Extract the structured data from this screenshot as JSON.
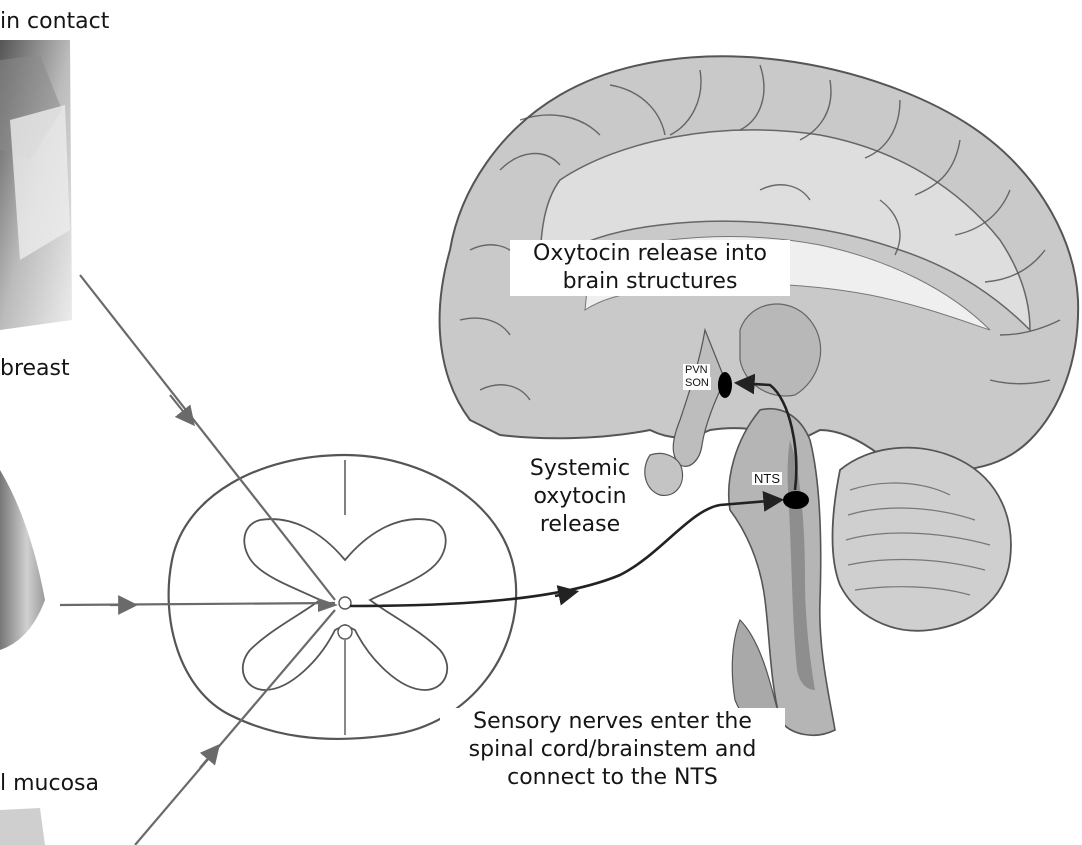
{
  "labels": {
    "skin_contact": "in contact",
    "breast": "breast",
    "mucosa": "l mucosa",
    "oxytocin_brain": [
      "Oxytocin release into",
      "brain structures"
    ],
    "systemic": [
      "Systemic",
      "oxytocin",
      "release"
    ],
    "pvn": "PVN",
    "son": "SON",
    "nts": "NTS",
    "sensory": [
      "Sensory nerves enter the",
      "spinal cord/brainstem and",
      "connect to the NTS"
    ]
  },
  "colors": {
    "brain_fill": "#c9c9c9",
    "brain_light": "#dedede",
    "brain_stroke": "#555555",
    "brainstem_fill": "#b8b8b8",
    "photo_dark": "#6e6e6e",
    "photo_light": "#d8d8d8",
    "arrow": "#6a6a6a",
    "arrow_dark": "#222222",
    "nucleus": "#000000"
  },
  "icons": [
    "nerve-arrow-icon",
    "nucleus-dot-icon"
  ]
}
